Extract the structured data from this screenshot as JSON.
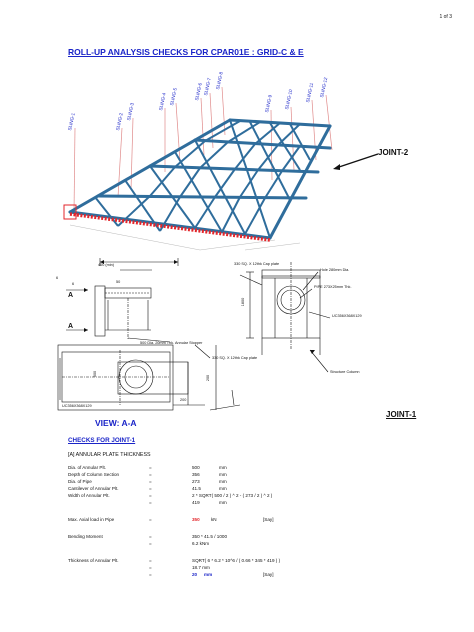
{
  "page_number": "1 of 3",
  "title": "ROLL-UP ANALYSIS CHECKS FOR CPAR01E : GRID-C & E",
  "slings": [
    "SLING-1",
    "SLING-2",
    "SLING-3",
    "SLING-4",
    "SLING-5",
    "SLING-6",
    "SLING-7",
    "SLING-8",
    "SLING-9",
    "SLING-10",
    "SLING-11",
    "SLING-12"
  ],
  "joint2_label": "JOINT-2",
  "joint1_label": "JOINT-1",
  "view_label": "VIEW: A-A",
  "drawing_labels": {
    "dim_400": "400 (min)",
    "dim_50": "50",
    "dim_6a": "6",
    "dim_6b": "6",
    "section_a_top": "A",
    "section_a_bottom": "A",
    "dim_500": "500",
    "dim_200_bottom": "200",
    "dim_200_right": "200",
    "dim_1800": "1800",
    "cap_top": "330 SQ. X 12thk Cap plate",
    "hole": "Hole 280mm Dia.",
    "pipe": "PIPE 273X25mm Thk.",
    "column_right": "UC356X368X129",
    "structure_column": "Structure Column",
    "stopper": "500 Dia. 20mm Thk. Annular Stopper",
    "cap_bottom": "330 SQ. X 12thk Cap plate",
    "column_left": "UC356X368X129"
  },
  "checks_heading": "CHECKS FOR JOINT-1",
  "section_heading": "[A] ANNULAR PLATE THICKNESS",
  "rows": [
    {
      "label": "Dia. of Annular Plt.",
      "eq": "=",
      "value": "500",
      "unit": "mm"
    },
    {
      "label": "Depth of Column Section",
      "eq": "=",
      "value": "356",
      "unit": "mm"
    },
    {
      "label": "Dia. of Pipe",
      "eq": "=",
      "value": "273",
      "unit": "mm"
    },
    {
      "label": "Cantilever of Annular Plt.",
      "eq": "=",
      "value": "41.5",
      "unit": "mm"
    },
    {
      "label": "Width of Annular Plt.",
      "eq": "=",
      "value": "2 * SQRT( 500 / 2 ) ^ 2 - ( 273 / 2 ) ^ 2 )",
      "unit": ""
    },
    {
      "label": "",
      "eq": "=",
      "value": "419",
      "unit": "mm"
    }
  ],
  "axial": {
    "label": "Max. Axial load in Pipe",
    "eq": "=",
    "value": "350",
    "unit": "kN",
    "say": "[Say]"
  },
  "bending": [
    {
      "label": "Bending Moment",
      "eq": "=",
      "value": "350 * 41.5 / 1000"
    },
    {
      "label": "",
      "eq": "=",
      "value": "6.2 kNm"
    }
  ],
  "thickness": [
    {
      "label": "Thickness of Annular Plt.",
      "eq": "=",
      "value": "SQRT( 6 * 6.2 * 10^6 / ( 0.66 * 345 * 419 ) )"
    },
    {
      "label": "",
      "eq": "=",
      "value": "18.7 mm"
    },
    {
      "label": "",
      "eq": "=",
      "value": "20",
      "unit": "mm",
      "say": "[Say]"
    }
  ],
  "colors": {
    "title": "#1a24c8",
    "highlight": "#e3262b",
    "steel": "#2f6d9c",
    "sling_line": "#e08a8a"
  }
}
